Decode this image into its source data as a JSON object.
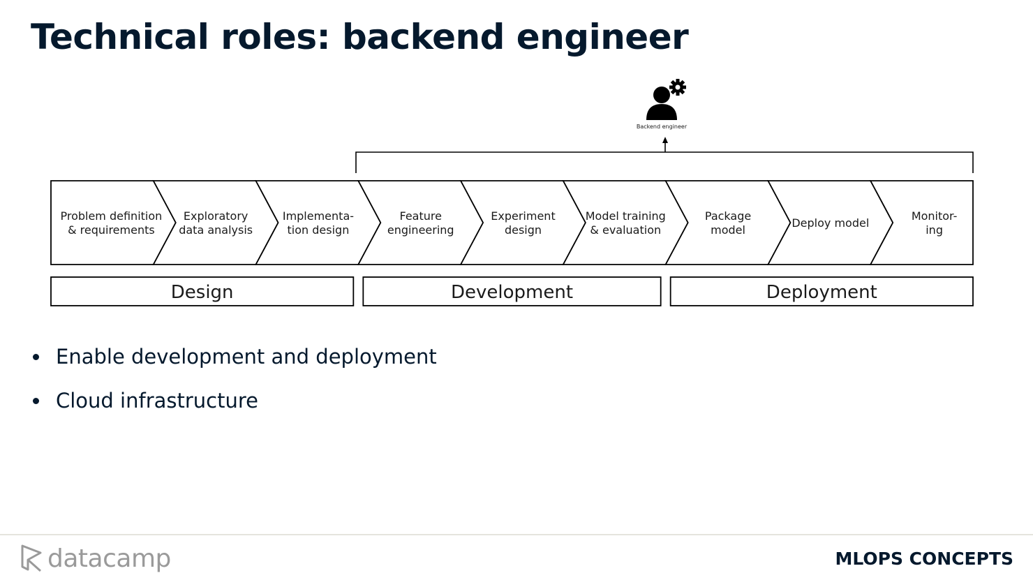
{
  "slide": {
    "title": "Technical roles: backend engineer",
    "bullets": [
      "Enable development and deployment",
      "Cloud infrastructure"
    ]
  },
  "diagram": {
    "role_label": "Backend engineer",
    "steps": [
      [
        "Problem definition",
        "& requirements"
      ],
      [
        "Exploratory",
        "data analysis"
      ],
      [
        "Implementa-",
        "tion design"
      ],
      [
        "Feature",
        "engineering"
      ],
      [
        "Experiment",
        "design"
      ],
      [
        "Model training",
        "& evaluation"
      ],
      [
        "Package",
        "model"
      ],
      [
        "Deploy model"
      ],
      [
        "Monitor-",
        "ing"
      ]
    ],
    "phases": [
      "Design",
      "Development",
      "Deployment"
    ]
  },
  "footer": {
    "logo_text": "datacamp",
    "course": "MLOPS CONCEPTS"
  }
}
